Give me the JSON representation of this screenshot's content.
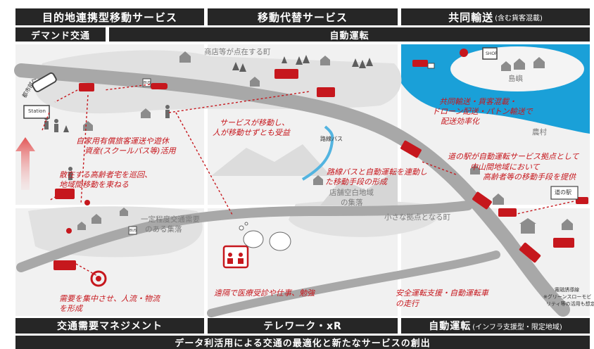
{
  "top_bars": {
    "mokuteki": "目的地連携型移動サービス",
    "idou_daitai": "移動代替サービス",
    "kyodo_yuso": "共同輸送",
    "kyodo_yuso_note": "(含む貨客混載)",
    "demand": "デマンド交通",
    "jidou_unten": "自動運転"
  },
  "bottom_bars": {
    "tdm": "交通需要マネジメント",
    "telework": "テレワーク・xR",
    "jidou_unten": "自動運転",
    "jidou_unten_note": "(インフラ支援型・限定地域)",
    "footer": "データ利活用による交通の最適化と新たなサービスの創出"
  },
  "area_labels": {
    "shoten": "商店等が点在する町",
    "shima": "島嶼",
    "noson": "農村",
    "kuuhaku_1": "店舗空白地域",
    "kuuhaku_2": "の集落",
    "ittei_1": "一定程度交通需要",
    "ittei_2": "のある集落",
    "kyoten": "小さな拠点となる町",
    "toshibu": "都市部へ",
    "station": "Station",
    "rosen_bus": "路線バス",
    "michi_no_eki": "道の駅",
    "shop": "SHOP",
    "bus_stop": "BUS",
    "induction_1": "電磁誘導線",
    "induction_2": "※グリーンスローモビ",
    "induction_3": "リティ等の活用も想定"
  },
  "callouts": {
    "shiyou_1": "自家用有償旅客運送や遊休",
    "shiyou_2": "資産(スクールバス等)活用",
    "junkai_1": "散在する高齢者宅を巡回、",
    "junkai_2": "地域間移動を束ねる",
    "service_1": "サービスが移動し、",
    "service_2": "人が移動せずとも受益",
    "kyodo_1": "共同輸送・貨客混載・",
    "kyodo_2": "ドローン配送・パトン輸送で",
    "kyodo_3": "配送効率化",
    "eki_1": "道の駅が自動運転サービス拠点として",
    "eki_2": "中山間地域において",
    "eki_3": "高齢者等の移動手段を提供",
    "rosen_1": "路線バスと自動運転を連動し",
    "rosen_2": "た移動手段の形成",
    "juyou_1": "需要を集中させ、人流・物流",
    "juyou_2": "を形成",
    "enkaku": "遠隔で医療受診や仕事、勉強",
    "anzen_1": "安全運転支援・自動運転車",
    "anzen_2": "の走行"
  },
  "colors": {
    "bar_dark": "#262626",
    "accent_red": "#c6171d",
    "sea_blue": "#1aa0d8",
    "region_gray": "#eeeeee",
    "road_gray": "#a3a3a3"
  }
}
